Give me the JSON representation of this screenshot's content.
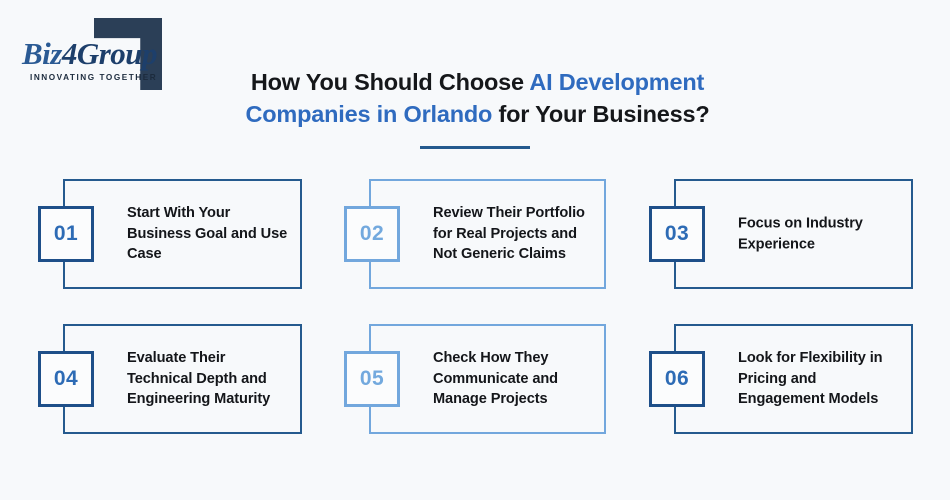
{
  "brand": {
    "name_part1": "Biz",
    "name_part2": "4",
    "name_part3": "Group",
    "tagline": "INNOVATING TOGETHER"
  },
  "heading": {
    "line1_plain": "How You Should Choose ",
    "line1_highlight": "AI Development",
    "line2_highlight": "Companies in Orlando",
    "line2_plain": " for Your Business?"
  },
  "colors": {
    "background": "#f7f9fb",
    "accent_dark": "#255a8e",
    "accent_light": "#72a7dd",
    "heading_highlight": "#2f6bbf",
    "heading_text": "#15171a",
    "logo_mark": "#2b3f57"
  },
  "steps": [
    {
      "number": "01",
      "text": "Start With Your Business Goal and Use Case",
      "style": "dark"
    },
    {
      "number": "02",
      "text": "Review Their Portfolio for Real Projects and Not Generic Claims",
      "style": "light"
    },
    {
      "number": "03",
      "text": "Focus on Industry Experience",
      "style": "dark"
    },
    {
      "number": "04",
      "text": "Evaluate Their Technical Depth and Engineering Maturity",
      "style": "dark"
    },
    {
      "number": "05",
      "text": "Check How They Communicate and Manage Projects",
      "style": "light"
    },
    {
      "number": "06",
      "text": "Look for Flexibility in Pricing and Engagement Models",
      "style": "dark"
    }
  ]
}
